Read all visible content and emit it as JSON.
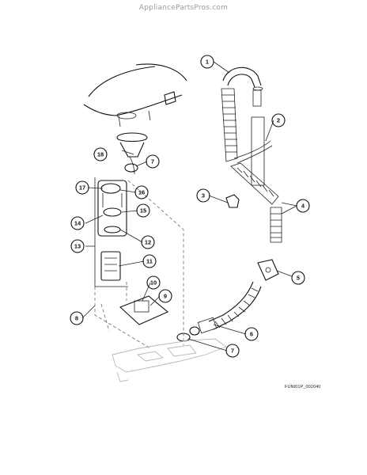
{
  "watermark": "AppliancePartsPros.com",
  "diagram_code": "FUNI01P_002040",
  "callouts": [
    {
      "id": "c1",
      "label": "1"
    },
    {
      "id": "c2",
      "label": "2"
    },
    {
      "id": "c3",
      "label": "3"
    },
    {
      "id": "c4",
      "label": "4"
    },
    {
      "id": "c5",
      "label": "5"
    },
    {
      "id": "c6",
      "label": "6"
    },
    {
      "id": "c7a",
      "label": "7"
    },
    {
      "id": "c7b",
      "label": "7"
    },
    {
      "id": "c8",
      "label": "8"
    },
    {
      "id": "c9",
      "label": "9"
    },
    {
      "id": "c10",
      "label": "10"
    },
    {
      "id": "c11",
      "label": "11"
    },
    {
      "id": "c12",
      "label": "12"
    },
    {
      "id": "c13",
      "label": "13"
    },
    {
      "id": "c14",
      "label": "14"
    },
    {
      "id": "c15",
      "label": "15"
    },
    {
      "id": "c16",
      "label": "16"
    },
    {
      "id": "c17",
      "label": "17"
    },
    {
      "id": "c18",
      "label": "18"
    }
  ]
}
